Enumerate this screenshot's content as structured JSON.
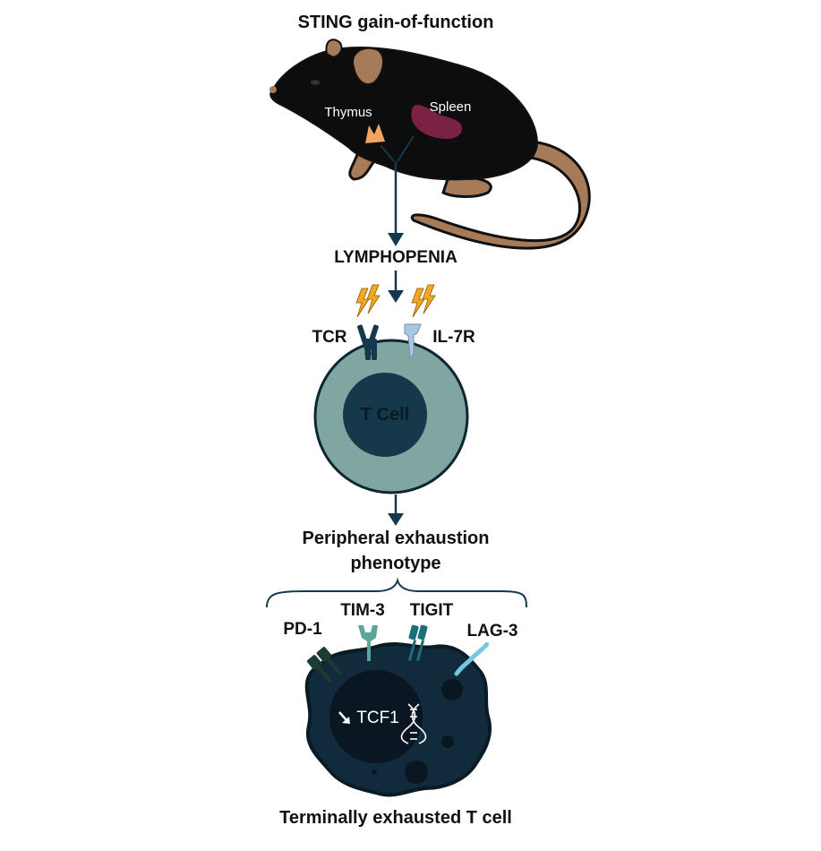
{
  "title": "STING gain-of-function",
  "mouse": {
    "organs": {
      "thymus": "Thymus",
      "spleen": "Spleen"
    }
  },
  "step1": "LYMPHOPENIA",
  "receptors": {
    "tcr": "TCR",
    "il7r": "IL-7R"
  },
  "tcell": {
    "label": "T Cell"
  },
  "step2": {
    "line1": "Peripheral exhaustion",
    "line2": "phenotype"
  },
  "markers": {
    "pd1": "PD-1",
    "tim3": "TIM-3",
    "tigit": "TIGIT",
    "lag3": "LAG-3"
  },
  "exhausted": {
    "gene": "TCF1",
    "gene_direction": "down",
    "label": "Terminally exhausted T cell"
  },
  "colors": {
    "arrow": "#16384d",
    "cell_outer": "#7fa6a1",
    "cell_inner": "#15384a",
    "exhausted_body": "#112a3c",
    "exhausted_nucleus": "#0a1722",
    "mouse_body": "#0d0d0d",
    "mouse_skin": "#a57b5a",
    "thymus": "#f2a561",
    "spleen": "#7a2145",
    "lightning": "#f5a623"
  }
}
